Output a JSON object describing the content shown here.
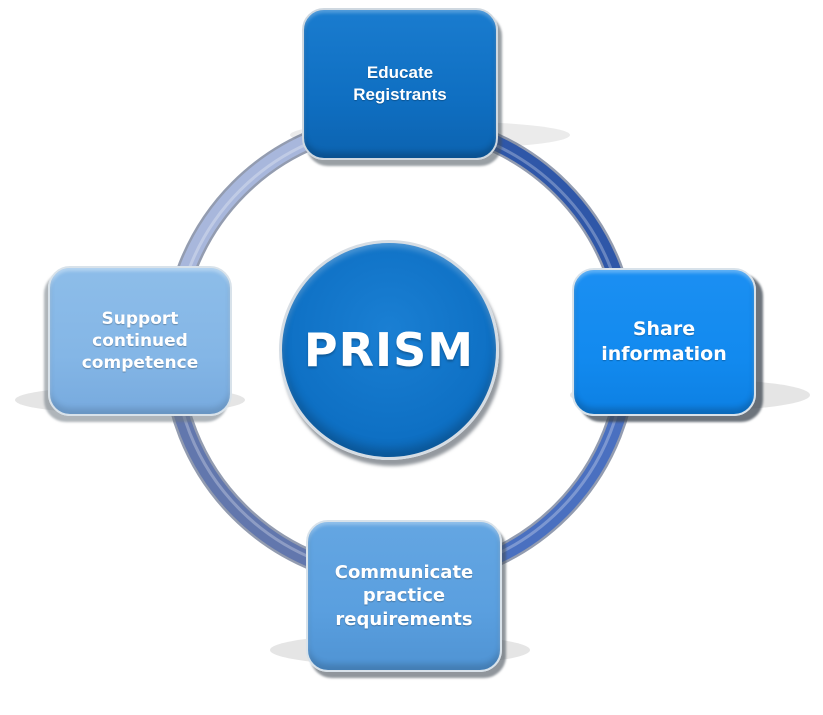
{
  "diagram": {
    "type": "cycle",
    "center": {
      "label": "PRISM",
      "color": "#0e70c4"
    },
    "nodes": [
      {
        "position": "top",
        "label": "Educate\nRegistrants",
        "color": "#0f6fc2"
      },
      {
        "position": "right",
        "label": "Share\ninformation",
        "color": "#128aef"
      },
      {
        "position": "bottom",
        "label": "Communicate\npractice\nrequirements",
        "color": "#5a9fdf"
      },
      {
        "position": "left",
        "label": "Support\ncontinued\ncompetence",
        "color": "#84b6e6"
      }
    ],
    "ring_colors": {
      "top_left": "#a8b7dc",
      "top_right": "#2f57a8",
      "bottom_right": "#4a70c0",
      "bottom_left": "#6277ad"
    }
  }
}
